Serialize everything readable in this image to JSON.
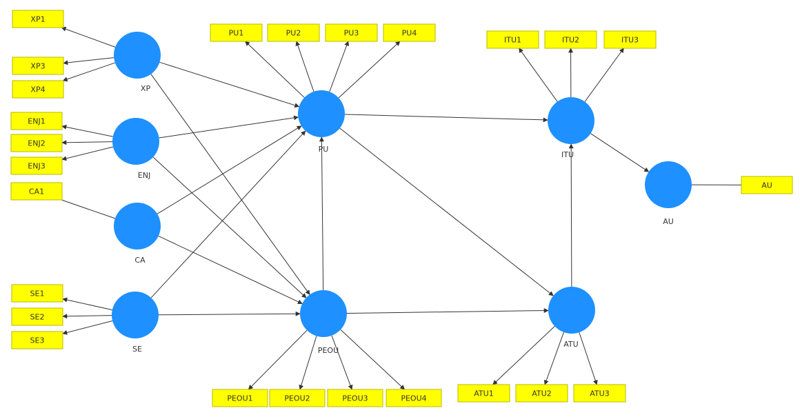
{
  "colors": {
    "construct": "#1e90ff",
    "indicator": "#ffff00",
    "edge": "#333333"
  },
  "constructs": [
    {
      "id": "XP",
      "label": "XP"
    },
    {
      "id": "ENJ",
      "label": "ENJ"
    },
    {
      "id": "CA",
      "label": "CA"
    },
    {
      "id": "SE",
      "label": "SE"
    },
    {
      "id": "PU",
      "label": "PU"
    },
    {
      "id": "PEOU",
      "label": "PEOU"
    },
    {
      "id": "ITU",
      "label": "ITU"
    },
    {
      "id": "ATU",
      "label": "ATU"
    },
    {
      "id": "AU",
      "label": "AU"
    }
  ],
  "indicators": [
    {
      "id": "XP1",
      "label": "XP1",
      "construct": "XP",
      "arrow": true
    },
    {
      "id": "XP3",
      "label": "XP3",
      "construct": "XP",
      "arrow": true
    },
    {
      "id": "XP4",
      "label": "XP4",
      "construct": "XP",
      "arrow": true
    },
    {
      "id": "ENJ1",
      "label": "ENJ1",
      "construct": "ENJ",
      "arrow": true
    },
    {
      "id": "ENJ2",
      "label": "ENJ2",
      "construct": "ENJ",
      "arrow": true
    },
    {
      "id": "ENJ3",
      "label": "ENJ3",
      "construct": "ENJ",
      "arrow": true
    },
    {
      "id": "CA1",
      "label": "CA1",
      "construct": "CA",
      "arrow": false
    },
    {
      "id": "SE1",
      "label": "SE1",
      "construct": "SE",
      "arrow": true
    },
    {
      "id": "SE2",
      "label": "SE2",
      "construct": "SE",
      "arrow": true
    },
    {
      "id": "SE3",
      "label": "SE3",
      "construct": "SE",
      "arrow": true
    },
    {
      "id": "PU1",
      "label": "PU1",
      "construct": "PU",
      "arrow": true
    },
    {
      "id": "PU2",
      "label": "PU2",
      "construct": "PU",
      "arrow": true
    },
    {
      "id": "PU3",
      "label": "PU3",
      "construct": "PU",
      "arrow": true
    },
    {
      "id": "PU4",
      "label": "PU4",
      "construct": "PU",
      "arrow": true
    },
    {
      "id": "ITU1",
      "label": "ITU1",
      "construct": "ITU",
      "arrow": true
    },
    {
      "id": "ITU2",
      "label": "ITU2",
      "construct": "ITU",
      "arrow": true
    },
    {
      "id": "ITU3",
      "label": "ITU3",
      "construct": "ITU",
      "arrow": true
    },
    {
      "id": "PEOU1",
      "label": "PEOU1",
      "construct": "PEOU",
      "arrow": true
    },
    {
      "id": "PEOU2",
      "label": "PEOU2",
      "construct": "PEOU",
      "arrow": true
    },
    {
      "id": "PEOU3",
      "label": "PEOU3",
      "construct": "PEOU",
      "arrow": true
    },
    {
      "id": "PEOU4",
      "label": "PEOU4",
      "construct": "PEOU",
      "arrow": true
    },
    {
      "id": "ATU1",
      "label": "ATU1",
      "construct": "ATU",
      "arrow": true
    },
    {
      "id": "ATU2",
      "label": "ATU2",
      "construct": "ATU",
      "arrow": true
    },
    {
      "id": "ATU3",
      "label": "ATU3",
      "construct": "ATU",
      "arrow": true
    },
    {
      "id": "AU_ind",
      "label": "AU",
      "construct": "AU",
      "arrow": false
    }
  ],
  "paths": [
    {
      "from": "XP",
      "to": "PU"
    },
    {
      "from": "XP",
      "to": "PEOU"
    },
    {
      "from": "ENJ",
      "to": "PU"
    },
    {
      "from": "ENJ",
      "to": "PEOU"
    },
    {
      "from": "CA",
      "to": "PU"
    },
    {
      "from": "CA",
      "to": "PEOU"
    },
    {
      "from": "SE",
      "to": "PU"
    },
    {
      "from": "SE",
      "to": "PEOU"
    },
    {
      "from": "PEOU",
      "to": "PU"
    },
    {
      "from": "PU",
      "to": "ITU"
    },
    {
      "from": "PU",
      "to": "ATU"
    },
    {
      "from": "PEOU",
      "to": "ATU"
    },
    {
      "from": "ATU",
      "to": "ITU"
    },
    {
      "from": "ITU",
      "to": "AU"
    }
  ]
}
